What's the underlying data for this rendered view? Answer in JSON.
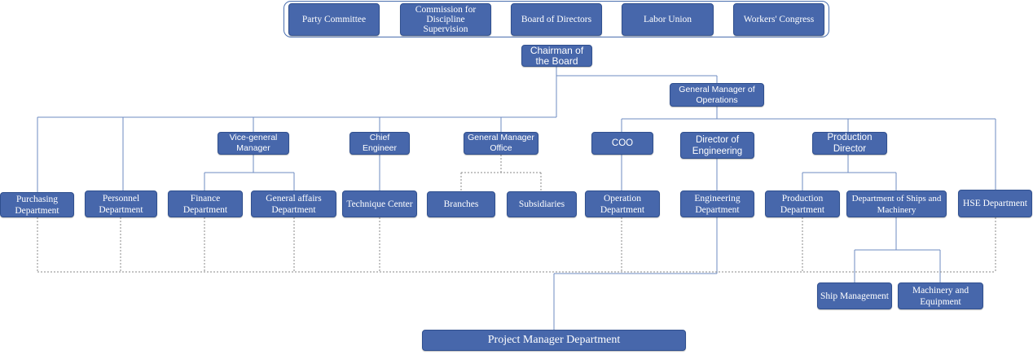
{
  "governance": {
    "party_committee": "Party Committee",
    "discipline_commission": "Commission for Discipline Supervision",
    "board_of_directors": "Board of Directors",
    "labor_union": "Labor Union",
    "workers_congress": "Workers' Congress"
  },
  "chairman": "Chairman of the Board",
  "gm_operations": "General Manager of Operations",
  "level2": {
    "vice_gm": "Vice-general Manager",
    "chief_engineer": "Chief Engineer",
    "gm_office": "General Manager Office",
    "coo": "COO",
    "director_engineering": "Director of Engineering",
    "production_director": "Production Director"
  },
  "departments": {
    "purchasing": "Purchasing Department",
    "personnel": "Personnel Department",
    "finance": "Finance Department",
    "general_affairs": "General affairs Department",
    "technique_center": "Technique Center",
    "branches": "Branches",
    "subsidiaries": "Subsidiaries",
    "operation": "Operation Department",
    "engineering": "Engineering Department",
    "production": "Production Department",
    "ships_machinery": "Department of Ships and Machinery",
    "hse": "HSE Department"
  },
  "sub_units": {
    "ship_management": "Ship Management",
    "machinery_equipment": "Machinery and Equipment"
  },
  "project_manager_dept": "Project Manager Department",
  "colors": {
    "box_fill": "#4767ab",
    "box_text": "#ffffff",
    "solid_line": "#6d8bc2",
    "dotted_line": "#8a8a8a",
    "frame": "#4a6faf"
  }
}
